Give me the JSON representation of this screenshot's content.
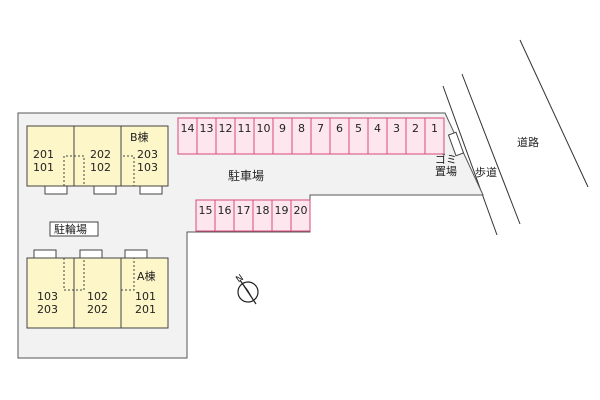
{
  "colors": {
    "lot": "#f2f2f2",
    "lot_border": "#555555",
    "building_fill": "#fdf6c8",
    "building_border": "#444444",
    "parking_fill": "#fde6ee",
    "parking_border": "#d84a78",
    "line": "#333333"
  },
  "labels": {
    "building_b": "B棟",
    "building_a": "A棟",
    "parking": "駐車場",
    "bicycle_parking": "駐輪場",
    "garbage": "ゴミ置場",
    "sidewalk": "歩道",
    "road": "道路"
  },
  "building_b_units": [
    {
      "top": "201",
      "bottom": "101"
    },
    {
      "top": "202",
      "bottom": "102"
    },
    {
      "top": "203",
      "bottom": "103"
    }
  ],
  "building_a_units": [
    {
      "top": "103",
      "bottom": "203"
    },
    {
      "top": "102",
      "bottom": "202"
    },
    {
      "top": "101",
      "bottom": "201"
    }
  ],
  "parking_row_top": [
    "14",
    "13",
    "12",
    "11",
    "10",
    "9",
    "8",
    "7",
    "6",
    "5",
    "4",
    "3",
    "2",
    "1"
  ],
  "parking_row_bottom": [
    "15",
    "16",
    "17",
    "18",
    "19",
    "20"
  ],
  "compass": {
    "direction_label": "N",
    "icon": "north-arrow-icon"
  }
}
